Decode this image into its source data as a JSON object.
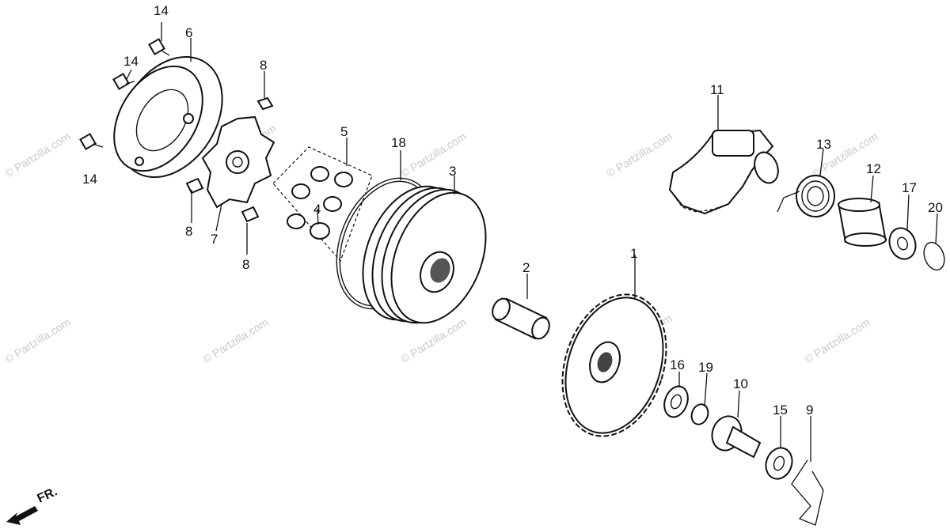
{
  "watermark": "© Partzilla.com",
  "front_marker": "FR.",
  "callouts": {
    "1": "1",
    "2": "2",
    "3": "3",
    "4": "4",
    "5": "5",
    "6": "6",
    "7": "7",
    "8a": "8",
    "8b": "8",
    "8c": "8",
    "9": "9",
    "10": "10",
    "11": "11",
    "12": "12",
    "13": "13",
    "14a": "14",
    "14b": "14",
    "14c": "14",
    "15": "15",
    "16": "16",
    "17": "17",
    "18": "18",
    "19": "19",
    "20": "20"
  }
}
